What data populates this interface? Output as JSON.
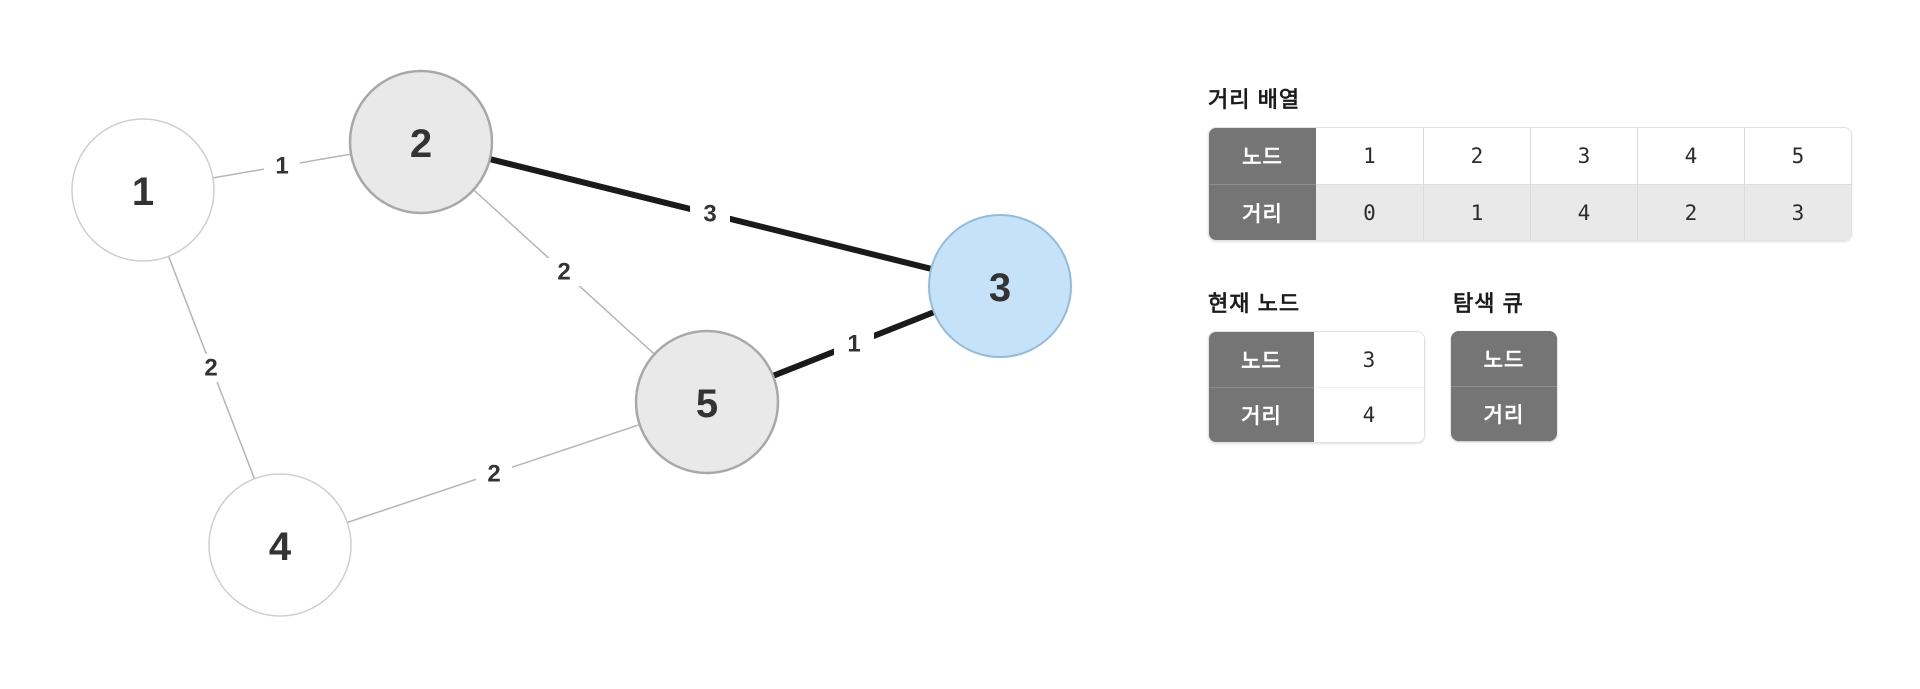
{
  "graph": {
    "colors": {
      "unvisited_node_fill": "#ffffff",
      "unvisited_node_border": "#cfcfcf",
      "visited_node_fill": "#e9e9e9",
      "visited_node_border": "#a8a8a8",
      "current_node_fill": "#c5e2f8",
      "current_node_border": "#93bcdc",
      "edge_default": "#b5b5b5",
      "edge_highlight": "#1a1a1a",
      "label_text": "#333333",
      "label_bg": "#ffffff"
    },
    "nodes": [
      {
        "label": "1",
        "state": "unvisited"
      },
      {
        "label": "2",
        "state": "visited"
      },
      {
        "label": "3",
        "state": "current"
      },
      {
        "label": "4",
        "state": "unvisited"
      },
      {
        "label": "5",
        "state": "visited"
      }
    ],
    "edges": [
      {
        "from": "1",
        "to": "2",
        "weight": "1",
        "highlighted": false
      },
      {
        "from": "1",
        "to": "4",
        "weight": "2",
        "highlighted": false
      },
      {
        "from": "2",
        "to": "5",
        "weight": "2",
        "highlighted": false
      },
      {
        "from": "4",
        "to": "5",
        "weight": "2",
        "highlighted": false
      },
      {
        "from": "2",
        "to": "3",
        "weight": "3",
        "highlighted": true
      },
      {
        "from": "5",
        "to": "3",
        "weight": "1",
        "highlighted": true
      }
    ]
  },
  "panels": {
    "distance_array": {
      "title": "거리 배열",
      "row_headers": [
        "노드",
        "거리"
      ],
      "node_ids": [
        "1",
        "2",
        "3",
        "4",
        "5"
      ],
      "distances": [
        "0",
        "1",
        "4",
        "2",
        "3"
      ]
    },
    "current_node": {
      "title": "현재 노드",
      "row_headers": [
        "노드",
        "거리"
      ],
      "node_value": "3",
      "distance_value": "4"
    },
    "search_queue": {
      "title": "탐색 큐",
      "row_headers": [
        "노드",
        "거리"
      ],
      "node_items": [],
      "distance_items": []
    }
  }
}
